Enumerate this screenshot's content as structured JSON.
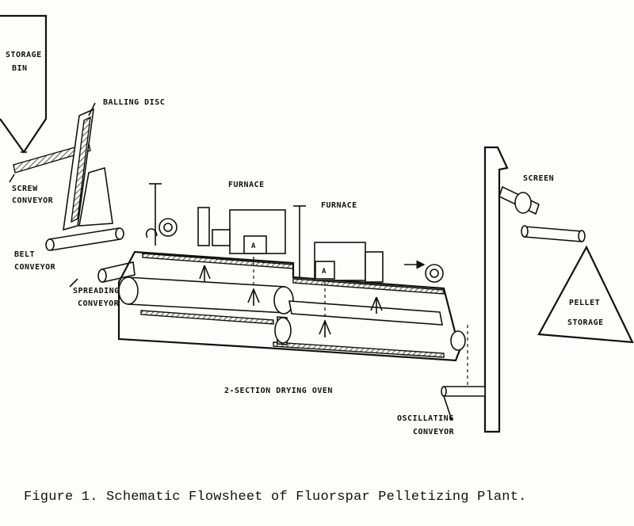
{
  "labels": {
    "storage_bin_line1": "STORAGE",
    "storage_bin_line2": "BIN",
    "balling_disc": "BALLING DISC",
    "screw_conveyor_line1": "SCREW",
    "screw_conveyor_line2": "CONVEYOR",
    "belt_conveyor_line1": "BELT",
    "belt_conveyor_line2": "CONVEYOR",
    "spreading_conveyor_line1": "SPREADING",
    "spreading_conveyor_line2": "CONVEYOR",
    "furnace_left": "FURNACE",
    "furnace_right": "FURNACE",
    "screen": "SCREEN",
    "pellet_storage_line1": "PELLET",
    "pellet_storage_line2": "STORAGE",
    "drying_oven": "2-SECTION DRYING OVEN",
    "oscillating_conveyor_line1": "OSCILLATING",
    "oscillating_conveyor_line2": "CONVEYOR",
    "burner_mark_1": "A",
    "burner_mark_2": "A"
  },
  "caption": "Figure 1. Schematic Flowsheet of Fluorspar Pelletizing Plant."
}
